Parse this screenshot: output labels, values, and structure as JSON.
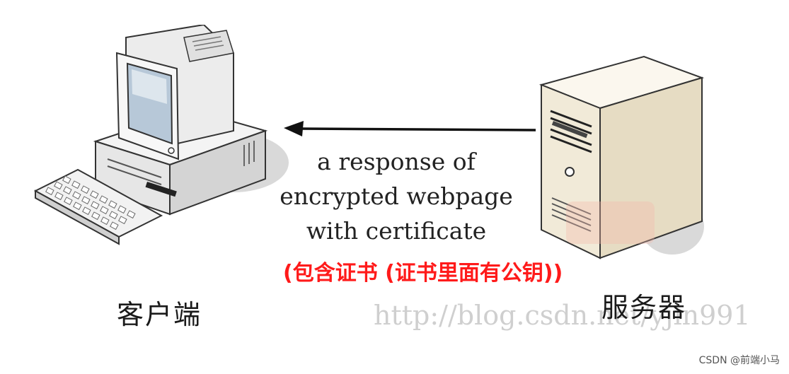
{
  "diagram": {
    "caption_lines": [
      "a response of",
      "encrypted webpage",
      "with certificate"
    ],
    "certificate_note": "(包含证书 (证书里面有公钥))",
    "client_label": "客户端",
    "server_label": "服务器",
    "arrow_direction": "server-to-client",
    "icons": {
      "client": "desktop-computer-icon",
      "server": "tower-server-icon"
    }
  },
  "watermarks": {
    "blog_url": "http://blog.csdn.net/yjin991",
    "csdn_credit": "CSDN @前端小马"
  },
  "colors": {
    "note_red": "#ff1a1a",
    "caption_text": "#222222",
    "watermark_gray": "#cfcfcf",
    "server_body": "#f1ead8"
  }
}
